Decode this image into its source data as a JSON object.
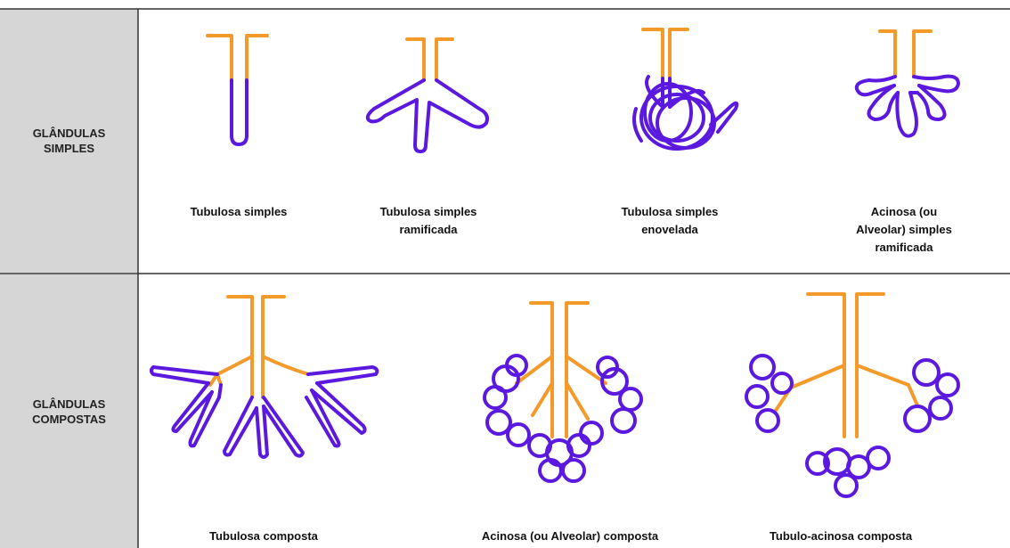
{
  "rows": [
    {
      "label": "GLÂNDULAS\nSIMPLES",
      "items": [
        {
          "caption": "Tubulosa simples"
        },
        {
          "caption": "Tubulosa simples\nramificada"
        },
        {
          "caption": "Tubulosa simples\nenovelada"
        },
        {
          "caption": "Acinosa (ou Alveolar) simples\nramificada"
        }
      ]
    },
    {
      "label": "GLÂNDULAS\nCOMPOSTAS",
      "items": [
        {
          "caption": "Tubulosa composta"
        },
        {
          "caption": "Acinosa (ou Alveolar) composta"
        },
        {
          "caption": "Tubulo-acinosa composta"
        }
      ]
    }
  ],
  "colors": {
    "duct": "#f39a2a",
    "secretory": "#5b19e0",
    "label_panel": "#d6d6d6"
  }
}
